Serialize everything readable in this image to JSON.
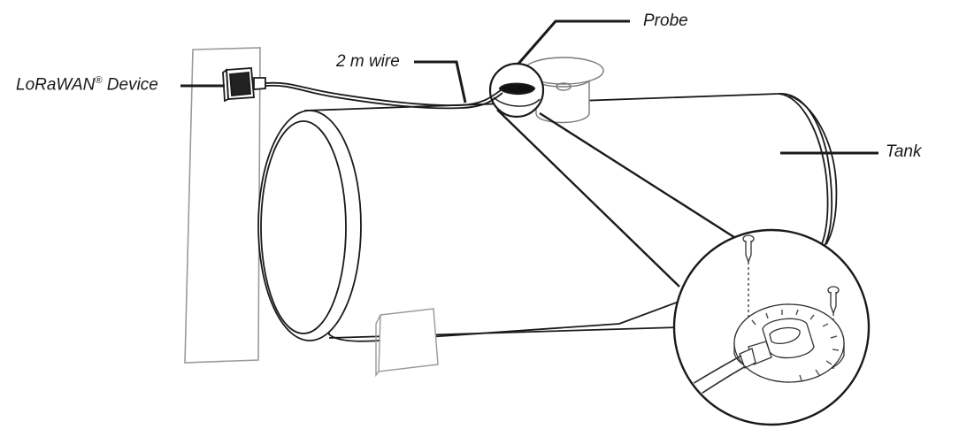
{
  "labels": {
    "device": "LoRaWAN",
    "device_mark": "®",
    "device_suffix": " Device",
    "wire": "2 m wire",
    "probe": "Probe",
    "tank": "Tank"
  },
  "colors": {
    "line": "#1a1a1a",
    "wall": "#9a9a9a",
    "fill": "#ffffff"
  }
}
